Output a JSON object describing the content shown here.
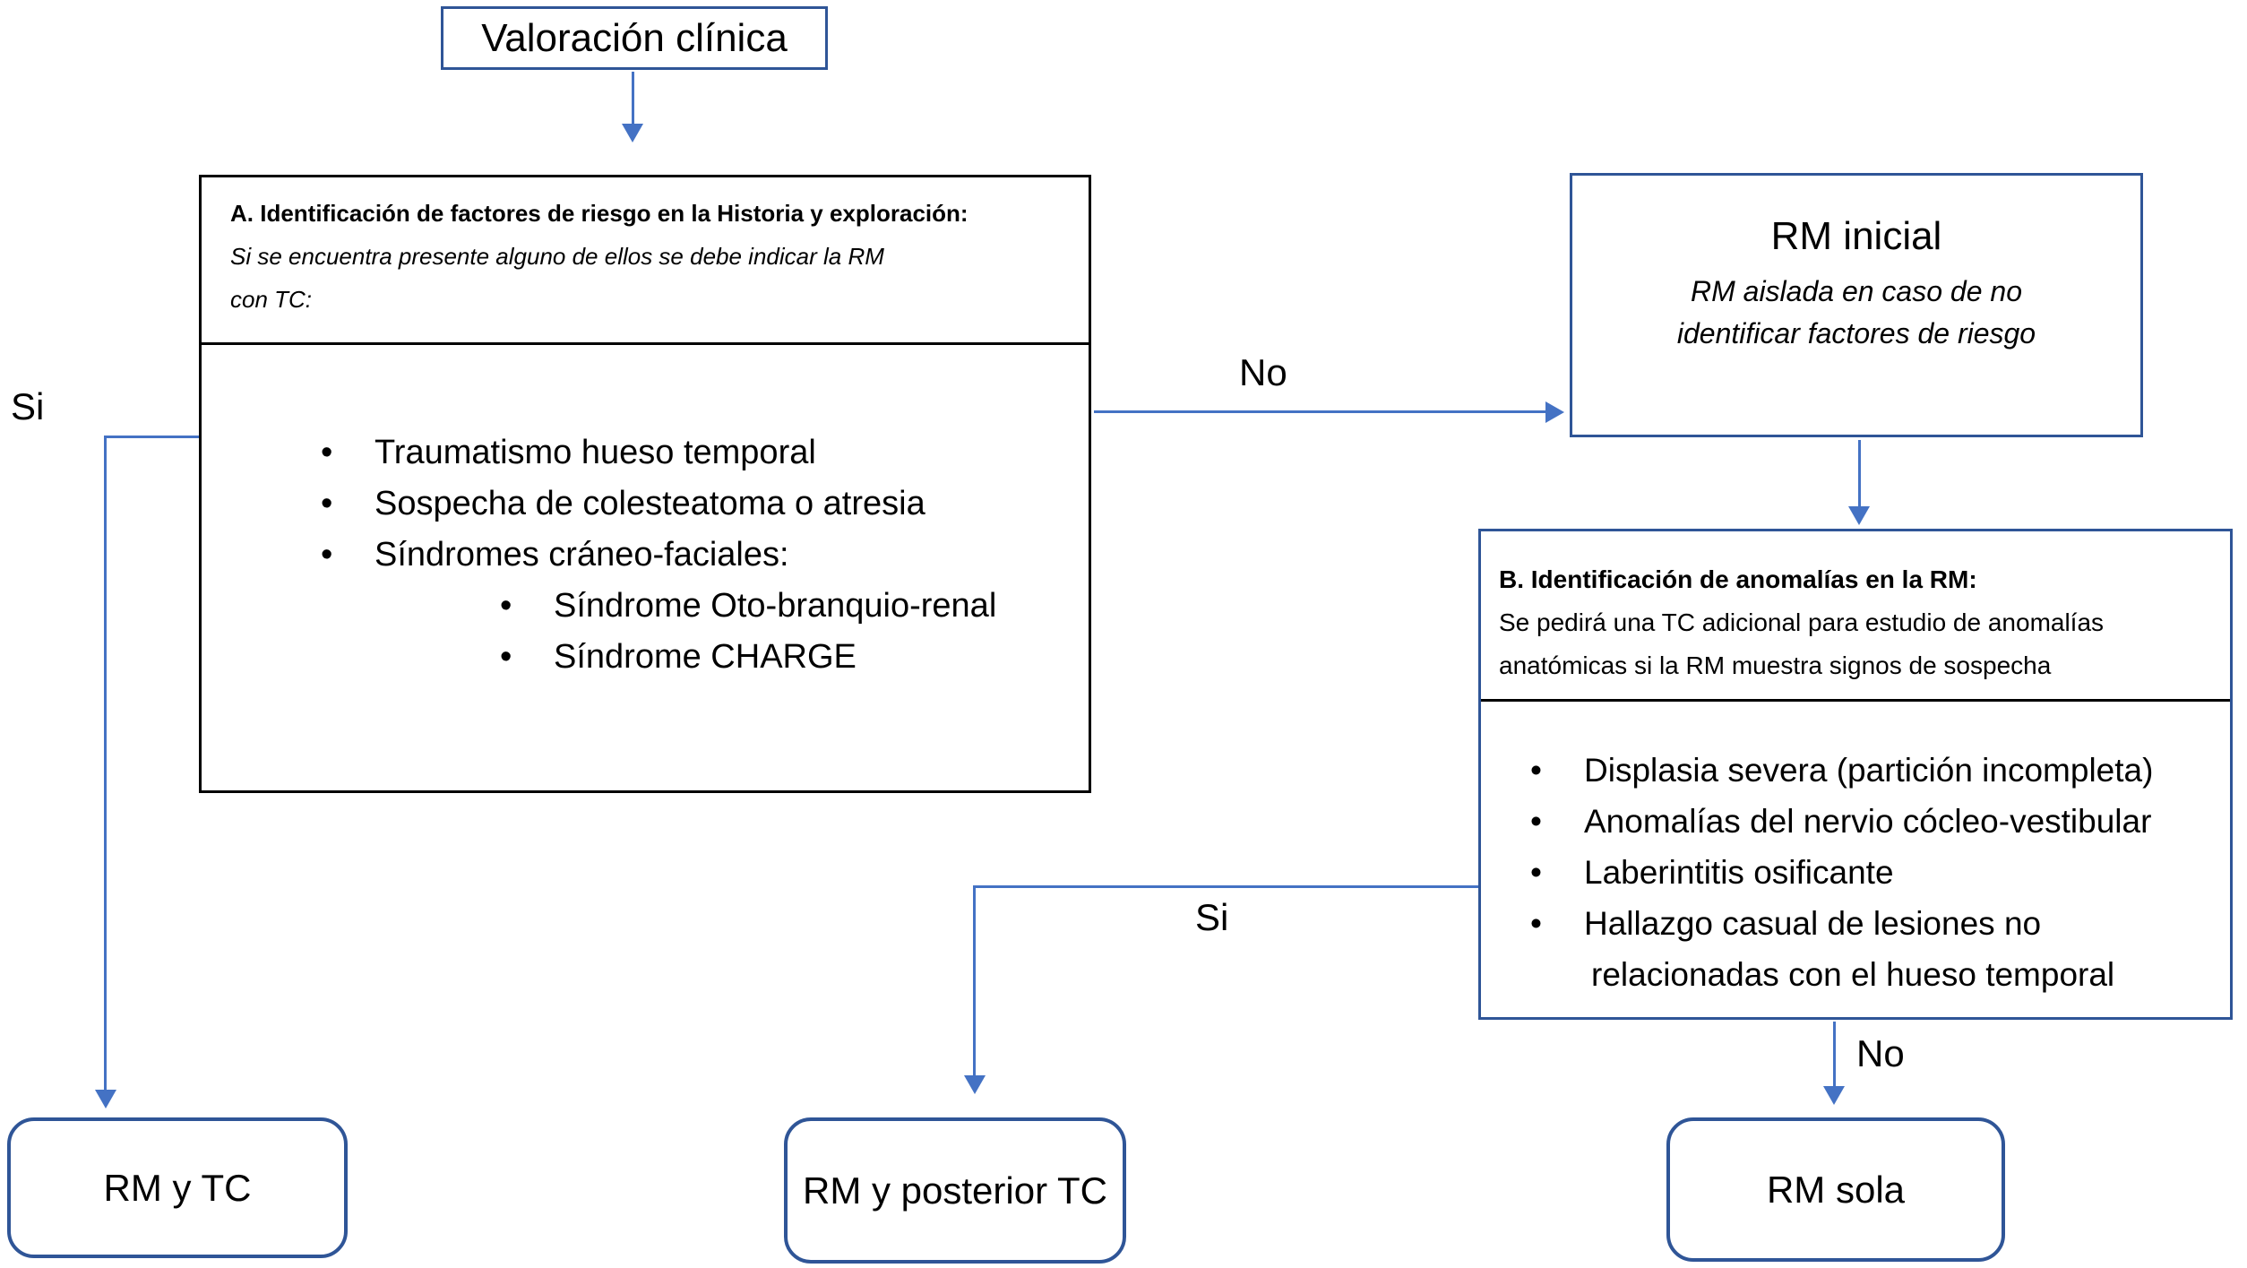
{
  "diagram": {
    "colors": {
      "node_border_blue": "#2F5597",
      "connector_blue": "#4472C4",
      "panel_a_border": "#000000",
      "text": "#000000",
      "background": "#ffffff"
    },
    "nodes": {
      "valoracion": {
        "label": "Valoración clínica"
      },
      "box_a": {
        "title": "A. Identificación de factores de riesgo en la Historia y exploración:",
        "subtitle_line1": "Si se encuentra presente alguno de ellos se debe indicar la RM",
        "subtitle_line2": "con TC:",
        "bullets": [
          {
            "level": 1,
            "text": "Traumatismo hueso temporal"
          },
          {
            "level": 1,
            "text": "Sospecha de colesteatoma o atresia"
          },
          {
            "level": 1,
            "text": "Síndromes cráneo-faciales:"
          },
          {
            "level": 2,
            "text": "Síndrome Oto-branquio-renal"
          },
          {
            "level": 2,
            "text": "Síndrome CHARGE"
          }
        ]
      },
      "rm_inicial": {
        "title": "RM inicial",
        "note_line1": "RM aislada en caso de no",
        "note_line2": "identificar factores de riesgo"
      },
      "box_b": {
        "title": "B. Identificación de anomalías en la RM:",
        "subtitle_line1": "Se pedirá una TC adicional para estudio de anomalías",
        "subtitle_line2": "anatómicas si la  RM muestra signos de sospecha",
        "bullets": [
          {
            "level": 1,
            "text": "Displasia severa (partición incompleta)"
          },
          {
            "level": 1,
            "text": "Anomalías del nervio cócleo-vestibular"
          },
          {
            "level": 1,
            "text": "Laberintitis osificante"
          },
          {
            "level": 1,
            "text": "Hallazgo casual de lesiones no"
          },
          {
            "level": 1,
            "bullet": false,
            "text": "relacionadas con el hueso temporal"
          }
        ]
      },
      "rm_y_tc": {
        "label": "RM y TC"
      },
      "rm_y_posterior_tc": {
        "label": "RM y posterior TC"
      },
      "rm_sola": {
        "label": "RM sola"
      }
    },
    "edges": {
      "a_si": {
        "label": "Si"
      },
      "a_no": {
        "label": "No"
      },
      "b_si": {
        "label": "Si"
      },
      "b_no": {
        "label": "No"
      }
    }
  }
}
